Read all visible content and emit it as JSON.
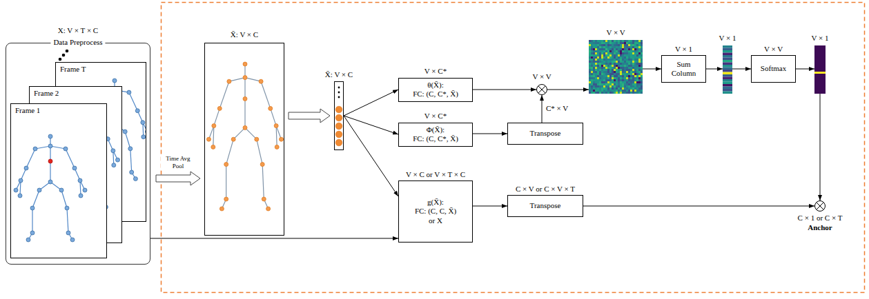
{
  "diagram": {
    "nodes": [
      {
        "text": [
          "X: V × T × C",
          "Data Preprocess"
        ]
      },
      {
        "text": [
          "Frame 1"
        ],
        "in": 0
      },
      {
        "text": [
          "Frame 2"
        ],
        "in": 0
      },
      {
        "text": [
          "Frame T"
        ],
        "in": 0
      },
      {
        "text": [
          "X̄: V × C"
        ]
      },
      {
        "text": [
          "X̄: V × C"
        ]
      },
      {
        "text": [
          "V × C*",
          "θ(X̄):",
          "FC: (C, C*, X̄)"
        ]
      },
      {
        "text": [
          "V × C*",
          "Φ(X̄):",
          "FC: (C, C*, X̄)"
        ]
      },
      {
        "text": [
          "V × C or V × T × C",
          "g(X̄):",
          "FC: (C, C, X̄)",
          "or X"
        ]
      },
      {
        "text": [
          "Transpose"
        ]
      },
      {
        "text": [
          "C × V or C × V × T",
          "Transpose"
        ]
      },
      {
        "text": [
          "V × V"
        ]
      },
      {
        "text": [
          "V × V"
        ]
      },
      {
        "text": [
          "V × 1",
          "Sum Column"
        ]
      },
      {
        "text": [
          "V × 1"
        ]
      },
      {
        "text": [
          "V × V",
          "Softmax"
        ]
      },
      {
        "text": [
          "V × 1"
        ]
      },
      {
        "text": [
          "C × 1 or C × T",
          "Anchor"
        ]
      }
    ],
    "edges": [
      {
        "from": 0,
        "to": 4,
        "arrow": "to",
        "label": "Time Avg Pool"
      },
      {
        "from": 4,
        "to": 5,
        "arrow": "to"
      },
      {
        "from": 5,
        "to": 6,
        "arrow": "to"
      },
      {
        "from": 5,
        "to": 7,
        "arrow": "to"
      },
      {
        "from": 5,
        "to": 8,
        "arrow": "to"
      },
      {
        "from": 0,
        "to": 8,
        "arrow": "to"
      },
      {
        "from": 6,
        "to": 11,
        "arrow": "to"
      },
      {
        "from": 7,
        "to": 9,
        "arrow": "to"
      },
      {
        "from": 9,
        "to": 11,
        "arrow": "to",
        "label": "C* × V"
      },
      {
        "from": 11,
        "to": 12,
        "arrow": "to"
      },
      {
        "from": 12,
        "to": 13,
        "arrow": "to"
      },
      {
        "from": 13,
        "to": 14,
        "arrow": "to"
      },
      {
        "from": 14,
        "to": 15,
        "arrow": "to"
      },
      {
        "from": 15,
        "to": 16,
        "arrow": "to"
      },
      {
        "from": 16,
        "to": 17,
        "arrow": "to"
      },
      {
        "from": 8,
        "to": 10,
        "arrow": "to"
      },
      {
        "from": 10,
        "to": 17,
        "arrow": "to"
      }
    ]
  }
}
